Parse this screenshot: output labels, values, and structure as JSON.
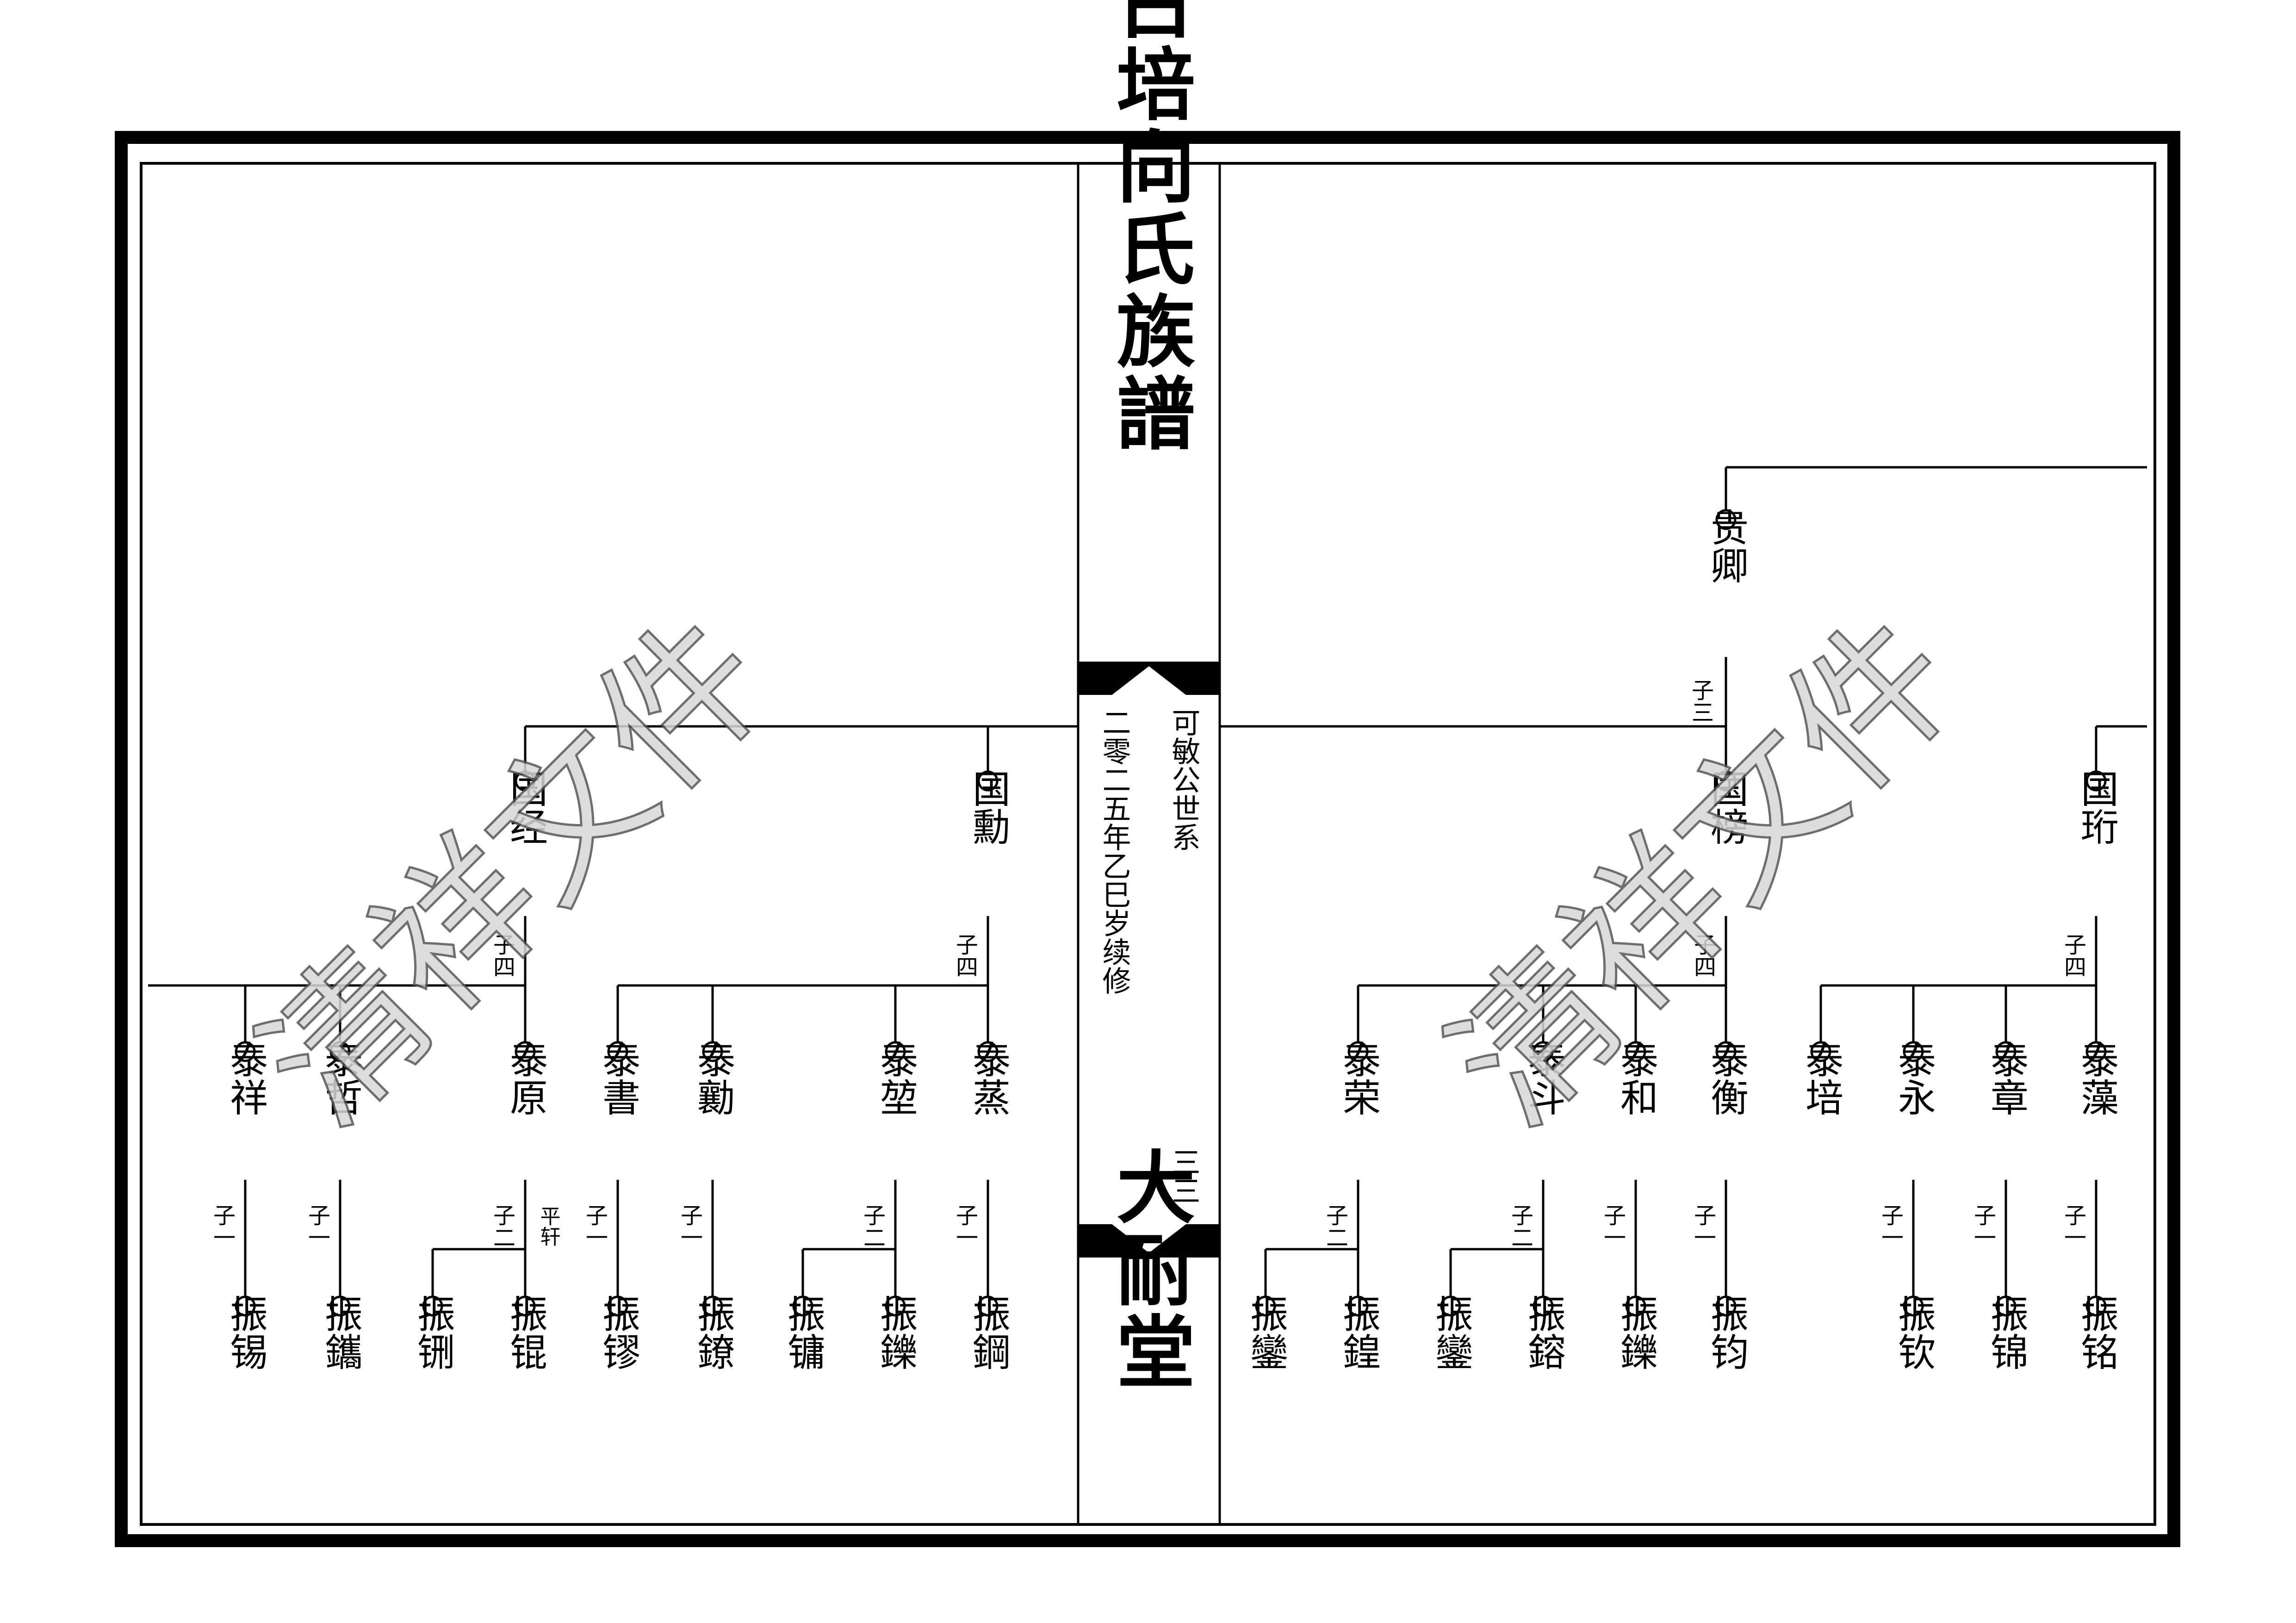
{
  "spine": {
    "title": "古培向氏族譜",
    "subtitle": "可敏公世系",
    "edition": "二零二五年乙巳岁续修",
    "page_number": "三三",
    "hall_name": "大耐堂"
  },
  "watermark": {
    "text": "清祥文件"
  },
  "chart_data": {
    "type": "family-tree",
    "left_page": {
      "generation_1": [
        {
          "name": "国经",
          "children_count": "子四"
        },
        {
          "name": "国勳",
          "children_count": "子四"
        }
      ],
      "generation_2": [
        {
          "name": "泰祥",
          "parent": "国经",
          "children_count": "子一"
        },
        {
          "name": "泰哲",
          "parent": "国经",
          "children_count": "子一"
        },
        {
          "name": "泰原",
          "parent": "国经",
          "children_count": "子二",
          "note": "平轩"
        },
        {
          "name": "泰書",
          "parent": "国勳",
          "children_count": "子一"
        },
        {
          "name": "泰勷",
          "parent": "国勳",
          "children_count": "子一"
        },
        {
          "name": "泰堃",
          "parent": "国勳",
          "children_count": "子二"
        },
        {
          "name": "泰蒸",
          "parent": "国勳",
          "children_count": "子一"
        }
      ],
      "generation_3": [
        {
          "name": "振锡",
          "parent": "泰祥"
        },
        {
          "name": "振鑴",
          "parent": "泰哲"
        },
        {
          "name": "振铏",
          "parent": "泰原"
        },
        {
          "name": "振锟",
          "parent": "泰原"
        },
        {
          "name": "振镠",
          "parent": "泰書"
        },
        {
          "name": "振鐐",
          "parent": "泰勷"
        },
        {
          "name": "振镛",
          "parent": "泰堃"
        },
        {
          "name": "振鑠",
          "parent": "泰堃"
        },
        {
          "name": "振鋼",
          "parent": "泰蒸"
        }
      ]
    },
    "right_page": {
      "generation_0": [
        {
          "name": "贵卿",
          "children_count": "子三"
        }
      ],
      "generation_1": [
        {
          "name": "国榜",
          "parent": "贵卿",
          "children_count": "子四"
        },
        {
          "name": "国珩",
          "children_count": "子四"
        }
      ],
      "generation_2": [
        {
          "name": "泰荣",
          "parent": "国榜",
          "children_count": "子二"
        },
        {
          "name": "泰斗",
          "parent": "国榜",
          "children_count": "子二"
        },
        {
          "name": "泰和",
          "parent": "国榜",
          "children_count": "子一"
        },
        {
          "name": "泰衡",
          "parent": "国榜",
          "children_count": "子一"
        },
        {
          "name": "泰培",
          "parent": "国珩"
        },
        {
          "name": "泰永",
          "parent": "国珩",
          "children_count": "子一"
        },
        {
          "name": "泰章",
          "parent": "国珩",
          "children_count": "子一"
        },
        {
          "name": "泰藻",
          "parent": "国珩",
          "children_count": "子一"
        }
      ],
      "generation_3": [
        {
          "name": "振鑾",
          "parent": "泰荣"
        },
        {
          "name": "振鍠",
          "parent": "泰荣"
        },
        {
          "name": "振鑾",
          "parent": "泰斗"
        },
        {
          "name": "振鎔",
          "parent": "泰斗"
        },
        {
          "name": "振鑠",
          "parent": "泰和"
        },
        {
          "name": "振钧",
          "parent": "泰衡"
        },
        {
          "name": "振钦",
          "parent": "泰永"
        },
        {
          "name": "振锦",
          "parent": "泰章"
        },
        {
          "name": "振铭",
          "parent": "泰藻"
        }
      ]
    }
  }
}
